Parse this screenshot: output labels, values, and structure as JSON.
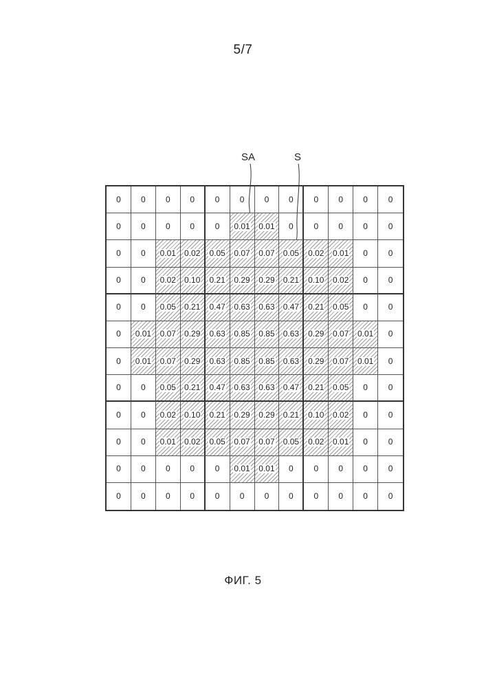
{
  "page_number": "5/7",
  "labels": {
    "sa": "SA",
    "s": "S"
  },
  "caption": "ФИГ. 5",
  "grid": {
    "rows": [
      [
        "0",
        "0",
        "0",
        "0",
        "0",
        "0",
        "0",
        "0",
        "0",
        "0",
        "0",
        "0"
      ],
      [
        "0",
        "0",
        "0",
        "0",
        "0",
        "0.01",
        "0.01",
        "0",
        "0",
        "0",
        "0",
        "0"
      ],
      [
        "0",
        "0",
        "0.01",
        "0.02",
        "0.05",
        "0.07",
        "0.07",
        "0.05",
        "0.02",
        "0.01",
        "0",
        "0"
      ],
      [
        "0",
        "0",
        "0.02",
        "0.10",
        "0.21",
        "0.29",
        "0.29",
        "0.21",
        "0.10",
        "0.02",
        "0",
        "0"
      ],
      [
        "0",
        "0",
        "0.05",
        "0.21",
        "0.47",
        "0.63",
        "0.63",
        "0.47",
        "0.21",
        "0.05",
        "0",
        "0"
      ],
      [
        "0",
        "0.01",
        "0.07",
        "0.29",
        "0.63",
        "0.85",
        "0.85",
        "0.63",
        "0.29",
        "0.07",
        "0.01",
        "0"
      ],
      [
        "0",
        "0.01",
        "0.07",
        "0.29",
        "0.63",
        "0.85",
        "0.85",
        "0.63",
        "0.29",
        "0.07",
        "0.01",
        "0"
      ],
      [
        "0",
        "0",
        "0.05",
        "0.21",
        "0.47",
        "0.63",
        "0.63",
        "0.47",
        "0.21",
        "0.05",
        "0",
        "0"
      ],
      [
        "0",
        "0",
        "0.02",
        "0.10",
        "0.21",
        "0.29",
        "0.29",
        "0.21",
        "0.10",
        "0.02",
        "0",
        "0"
      ],
      [
        "0",
        "0",
        "0.01",
        "0.02",
        "0.05",
        "0.07",
        "0.07",
        "0.05",
        "0.02",
        "0.01",
        "0",
        "0"
      ],
      [
        "0",
        "0",
        "0",
        "0",
        "0",
        "0.01",
        "0.01",
        "0",
        "0",
        "0",
        "0",
        "0"
      ],
      [
        "0",
        "0",
        "0",
        "0",
        "0",
        "0",
        "0",
        "0",
        "0",
        "0",
        "0",
        "0"
      ]
    ],
    "hatched": [
      [
        0,
        0,
        0,
        0,
        0,
        0,
        0,
        0,
        0,
        0,
        0,
        0
      ],
      [
        0,
        0,
        0,
        0,
        0,
        1,
        1,
        0,
        0,
        0,
        0,
        0
      ],
      [
        0,
        0,
        1,
        1,
        1,
        1,
        1,
        1,
        1,
        1,
        0,
        0
      ],
      [
        0,
        0,
        1,
        1,
        1,
        1,
        1,
        1,
        1,
        1,
        0,
        0
      ],
      [
        0,
        0,
        1,
        1,
        1,
        1,
        1,
        1,
        1,
        1,
        0,
        0
      ],
      [
        0,
        1,
        1,
        1,
        1,
        1,
        1,
        1,
        1,
        1,
        1,
        0
      ],
      [
        0,
        1,
        1,
        1,
        1,
        1,
        1,
        1,
        1,
        1,
        1,
        0
      ],
      [
        0,
        0,
        1,
        1,
        1,
        1,
        1,
        1,
        1,
        1,
        0,
        0
      ],
      [
        0,
        0,
        1,
        1,
        1,
        1,
        1,
        1,
        1,
        1,
        0,
        0
      ],
      [
        0,
        0,
        1,
        1,
        1,
        1,
        1,
        1,
        1,
        1,
        0,
        0
      ],
      [
        0,
        0,
        0,
        0,
        0,
        1,
        1,
        0,
        0,
        0,
        0,
        0
      ],
      [
        0,
        0,
        0,
        0,
        0,
        0,
        0,
        0,
        0,
        0,
        0,
        0
      ]
    ]
  }
}
